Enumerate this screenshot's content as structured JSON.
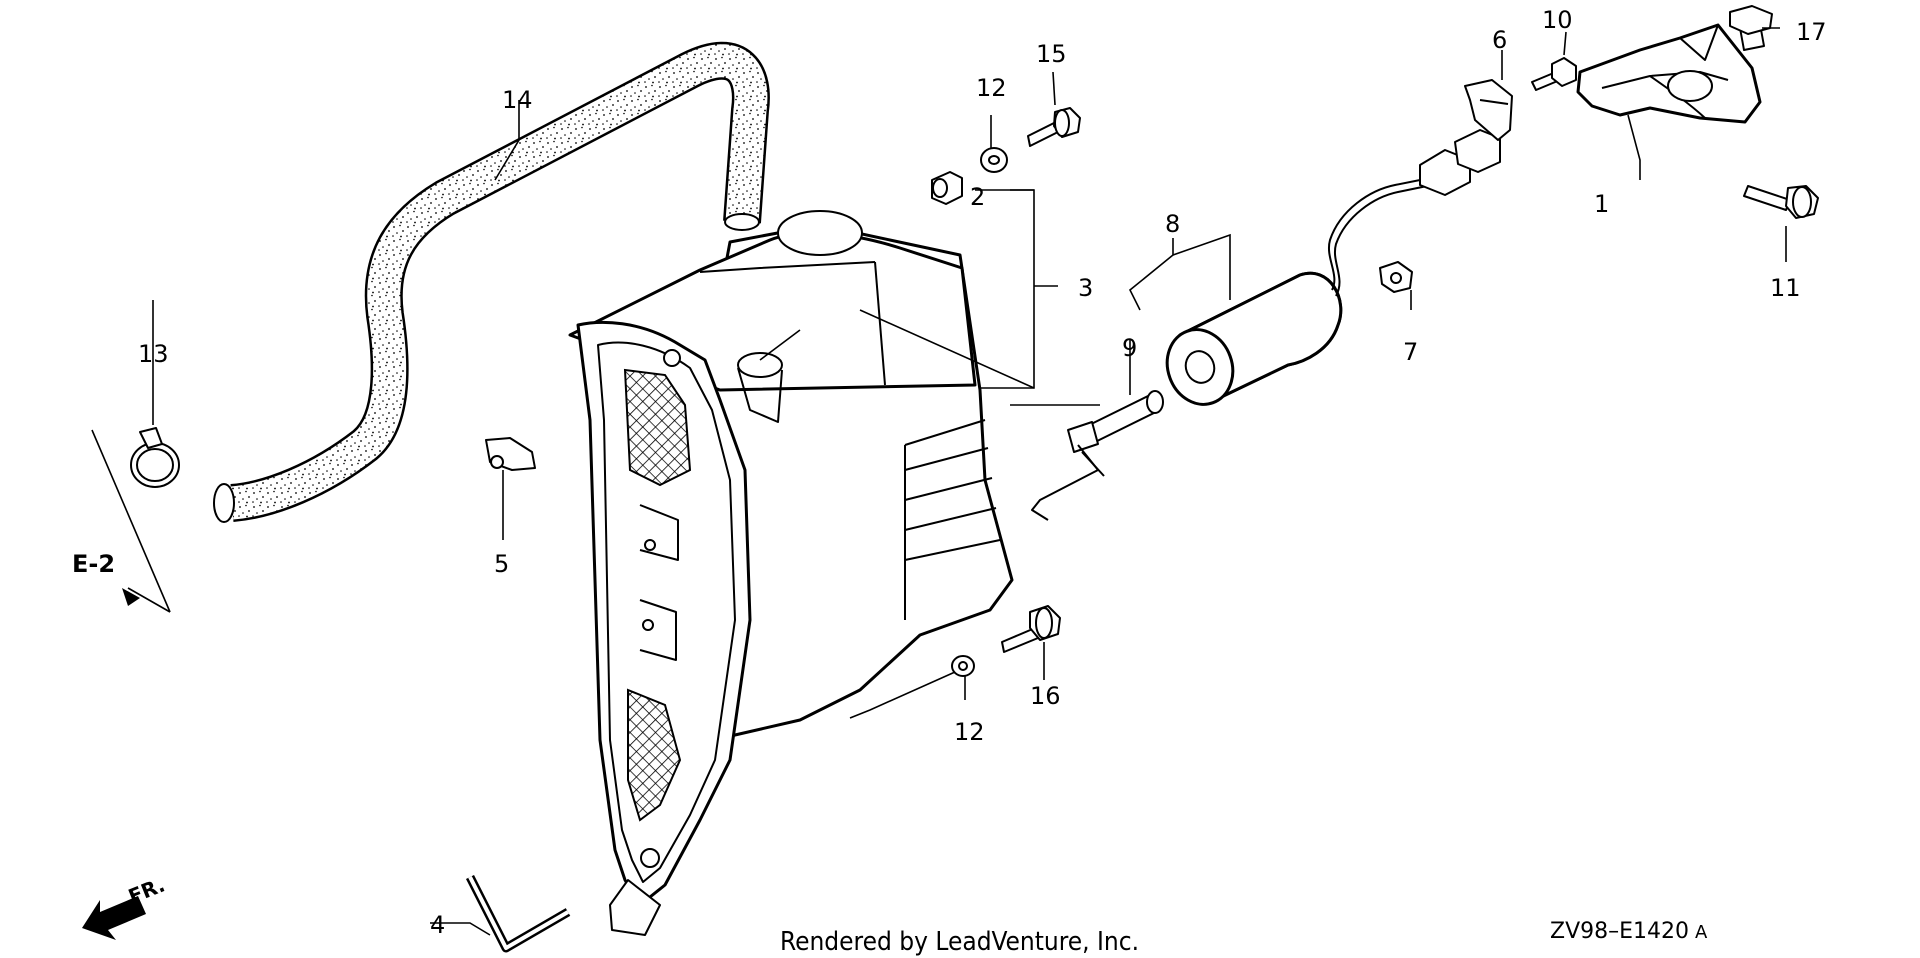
{
  "diagram": {
    "part_labels": [
      "1",
      "2",
      "3",
      "4",
      "5",
      "6",
      "7",
      "8",
      "9",
      "10",
      "11",
      "12",
      "12",
      "13",
      "14",
      "15",
      "16",
      "17"
    ],
    "section_reference": "E-2",
    "front_marker": "FR.",
    "footer": "Rendered by LeadVenture, Inc.",
    "diagram_code": "ZV98–E1420",
    "diagram_code_suffix": "A",
    "icons": [
      "front-direction-arrow-icon",
      "section-reference-arrow-icon"
    ],
    "colors": {
      "ink": "#000000",
      "paper": "#ffffff"
    }
  }
}
